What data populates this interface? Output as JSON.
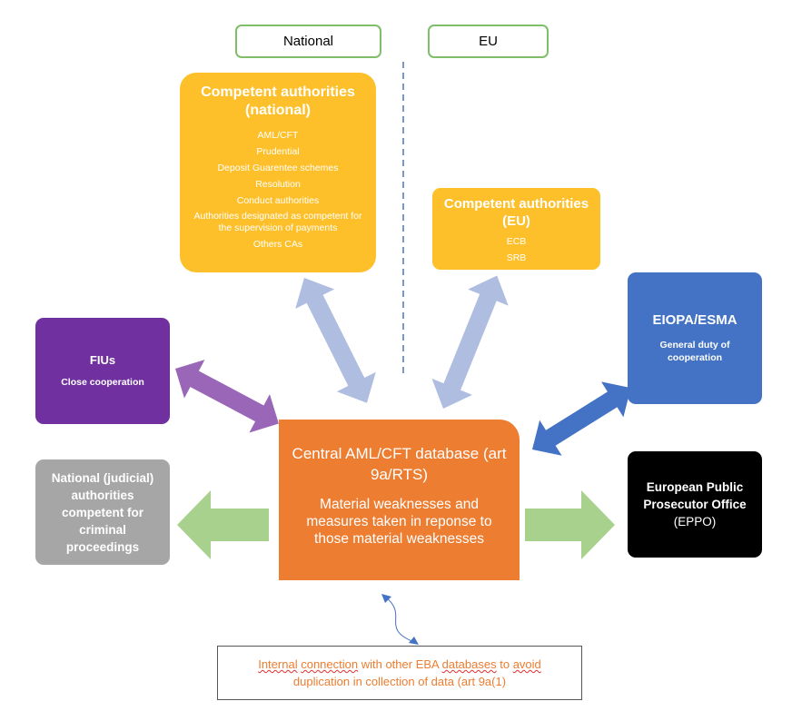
{
  "tags": {
    "national": "National",
    "eu": "EU"
  },
  "ca_national": {
    "title": "Competent authorities (national)",
    "items": [
      "AML/CFT",
      "Prudential",
      "Deposit Guarentee schemes",
      "Resolution",
      "Conduct authorities",
      "Authorities designated as competent for the supervision of payments",
      "Others CAs"
    ]
  },
  "ca_eu": {
    "title": "Competent authorities (EU)",
    "items": [
      "ECB",
      "SRB"
    ]
  },
  "fius": {
    "title": "FIUs",
    "subtitle": "Close cooperation"
  },
  "eiopa": {
    "title": "EIOPA/ESMA",
    "subtitle": "General duty of cooperation"
  },
  "judicial": {
    "title": "National (judicial) authorities competent for criminal proceedings"
  },
  "eppo": {
    "title": "European Public Prosecutor Office",
    "subtitle": "(EPPO)"
  },
  "central": {
    "title": "Central AML/CFT database (art 9a/RTS)",
    "body": "Material weaknesses and measures taken in reponse to those material weaknesses"
  },
  "note": {
    "w1": "Internal",
    "w2": "connection",
    "mid": " with other EBA ",
    "w3": "databases",
    "mid2": " to ",
    "w4": "avoid",
    "line2": "duplication in collection of data (art 9a(1)"
  },
  "colors": {
    "yellow": "#fdc02a",
    "orange": "#ed7d31",
    "purple": "#7030a0",
    "grey": "#a6a6a6",
    "blue": "#4472c4",
    "black": "#000000",
    "light_blue_arrow": "#aebde0",
    "purple_arrow": "#9966b8",
    "green_arrow": "#a9d18e",
    "blue_arrow": "#4472c4",
    "tag_border": "#7fbf6a"
  }
}
